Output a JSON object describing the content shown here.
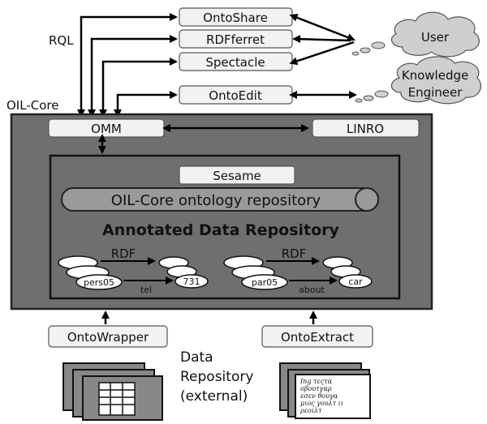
{
  "tools": {
    "ontoshare": "OntoShare",
    "rdfferret": "RDFferret",
    "spectacle": "Spectacle",
    "ontoedit": "OntoEdit"
  },
  "actors": {
    "user": "User",
    "knowledge_engineer_line1": "Knowledge",
    "knowledge_engineer_line2": "Engineer"
  },
  "labels": {
    "rql": "RQL",
    "oil_core": "OIL-Core"
  },
  "server": {
    "omm": "OMM",
    "linro": "LINRO",
    "sesame": "Sesame",
    "ontology_repository": "OIL-Core ontology repository",
    "annotated_repository": "Annotated Data Repository"
  },
  "rdf_examples": [
    {
      "rdf": "RDF",
      "subject": "pers05",
      "predicate": "tel",
      "object": "731"
    },
    {
      "rdf": "RDF",
      "subject": "par05",
      "predicate": "about",
      "object": "car"
    }
  ],
  "wrappers": {
    "ontowrapper": "OntoWrapper",
    "ontoextract": "OntoExtract"
  },
  "external_repository": {
    "line1": "Data",
    "line2": "Repository",
    "line3": "(external)"
  },
  "document_text": [
    "Ing τεςτα",
    "οβουτγαρ",
    "εσεν θουγα",
    "μιος γουλτ ιι",
    "ρεοιλτ"
  ]
}
